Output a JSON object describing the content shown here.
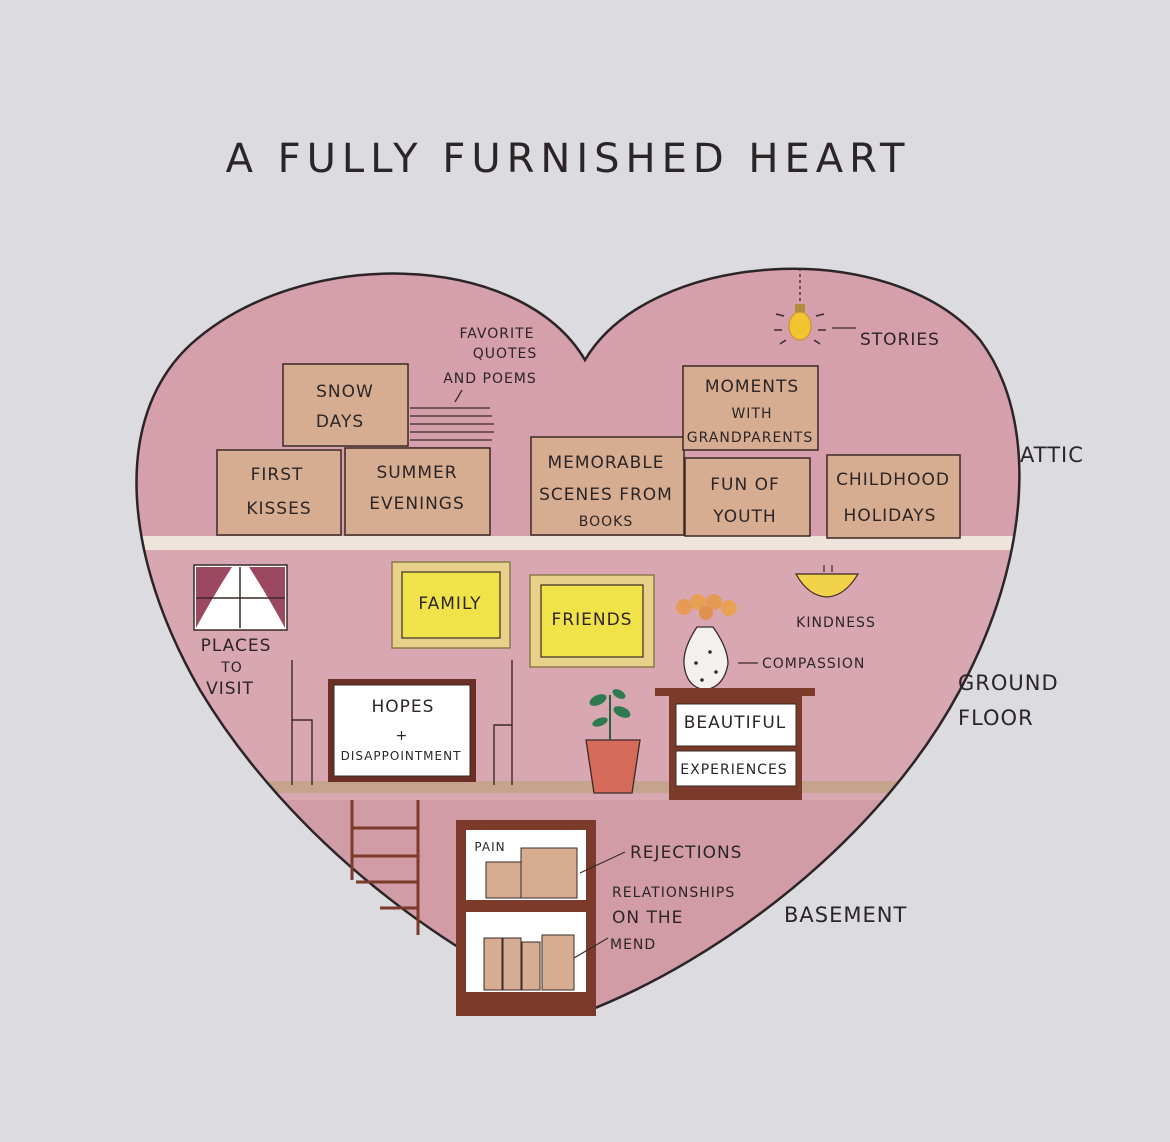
{
  "title": "A FULLY FURNISHED HEART",
  "levels": {
    "attic": "ATTIC",
    "ground_floor": [
      "GROUND",
      "FLOOR"
    ],
    "basement": "BASEMENT"
  },
  "attic_items": {
    "snow_days": [
      "SNOW",
      "DAYS"
    ],
    "favorite_quotes": [
      "FAVORITE",
      "QUOTES",
      "AND POEMS"
    ],
    "first_kisses": [
      "FIRST",
      "KISSES"
    ],
    "summer_evenings": [
      "SUMMER",
      "EVENINGS"
    ],
    "memorable_scenes": [
      "MEMORABLE",
      "SCENES FROM",
      "BOOKS"
    ],
    "moments_grandparents": [
      "MOMENTS",
      "WITH",
      "GRANDPARENTS"
    ],
    "fun_of_youth": [
      "FUN OF",
      "YOUTH"
    ],
    "childhood_holidays": [
      "CHILDHOOD",
      "HOLIDAYS"
    ],
    "stories": "STORIES"
  },
  "ground_items": {
    "places_to_visit": [
      "PLACES",
      "TO",
      "VISIT"
    ],
    "family": "FAMILY",
    "friends": "FRIENDS",
    "kindness": "KINDNESS",
    "compassion": "COMPASSION",
    "hopes": [
      "HOPES",
      "+",
      "DISAPPOINTMENT"
    ],
    "beautiful_experiences": [
      "BEAUTIFUL",
      "EXPERIENCES"
    ]
  },
  "basement_items": {
    "pain": "PAIN",
    "rejections": "REJECTIONS",
    "relationships": [
      "RELATIONSHIPS",
      "ON THE",
      "MEND"
    ]
  },
  "colors": {
    "background": "#dcdbdf",
    "heart_fill": "#d9a7b1",
    "box": "#d7ad92",
    "frame": "#e6d08a",
    "picture": "#f0e34a",
    "wood": "#7b3a2a",
    "shelf": "#c4a48c"
  }
}
